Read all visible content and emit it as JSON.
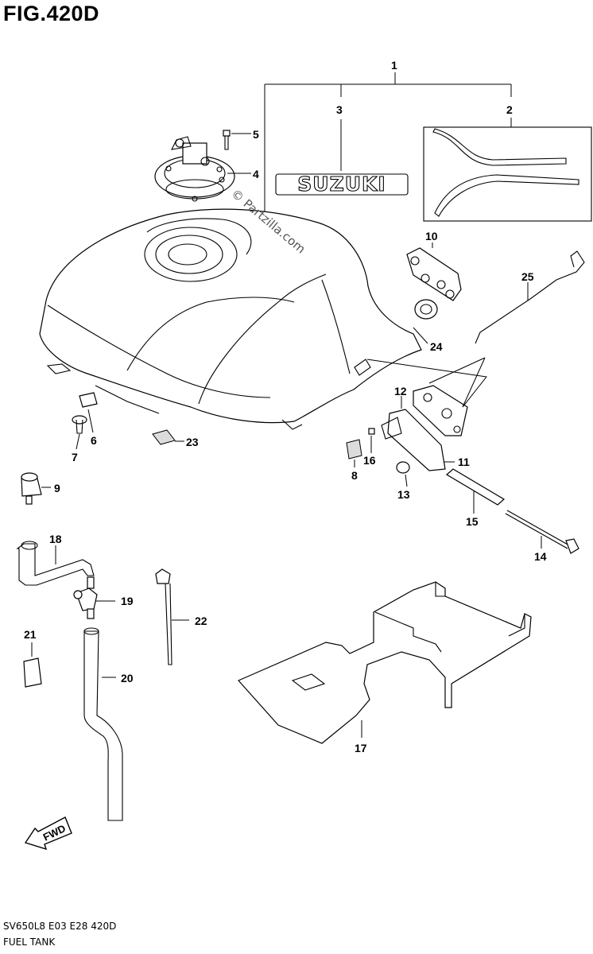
{
  "figure": {
    "title": "FIG.420D",
    "code": "SV650L8  E03  E28  420D",
    "name": "FUEL TANK"
  },
  "decal_text": "SUZUKI",
  "watermark": "© Partzilla.com",
  "fwd_label": "FWD",
  "callouts": [
    "1",
    "2",
    "3",
    "4",
    "5",
    "6",
    "7",
    "8",
    "9",
    "10",
    "11",
    "12",
    "13",
    "14",
    "15",
    "16",
    "17",
    "18",
    "19",
    "20",
    "21",
    "22",
    "23",
    "24",
    "25"
  ]
}
